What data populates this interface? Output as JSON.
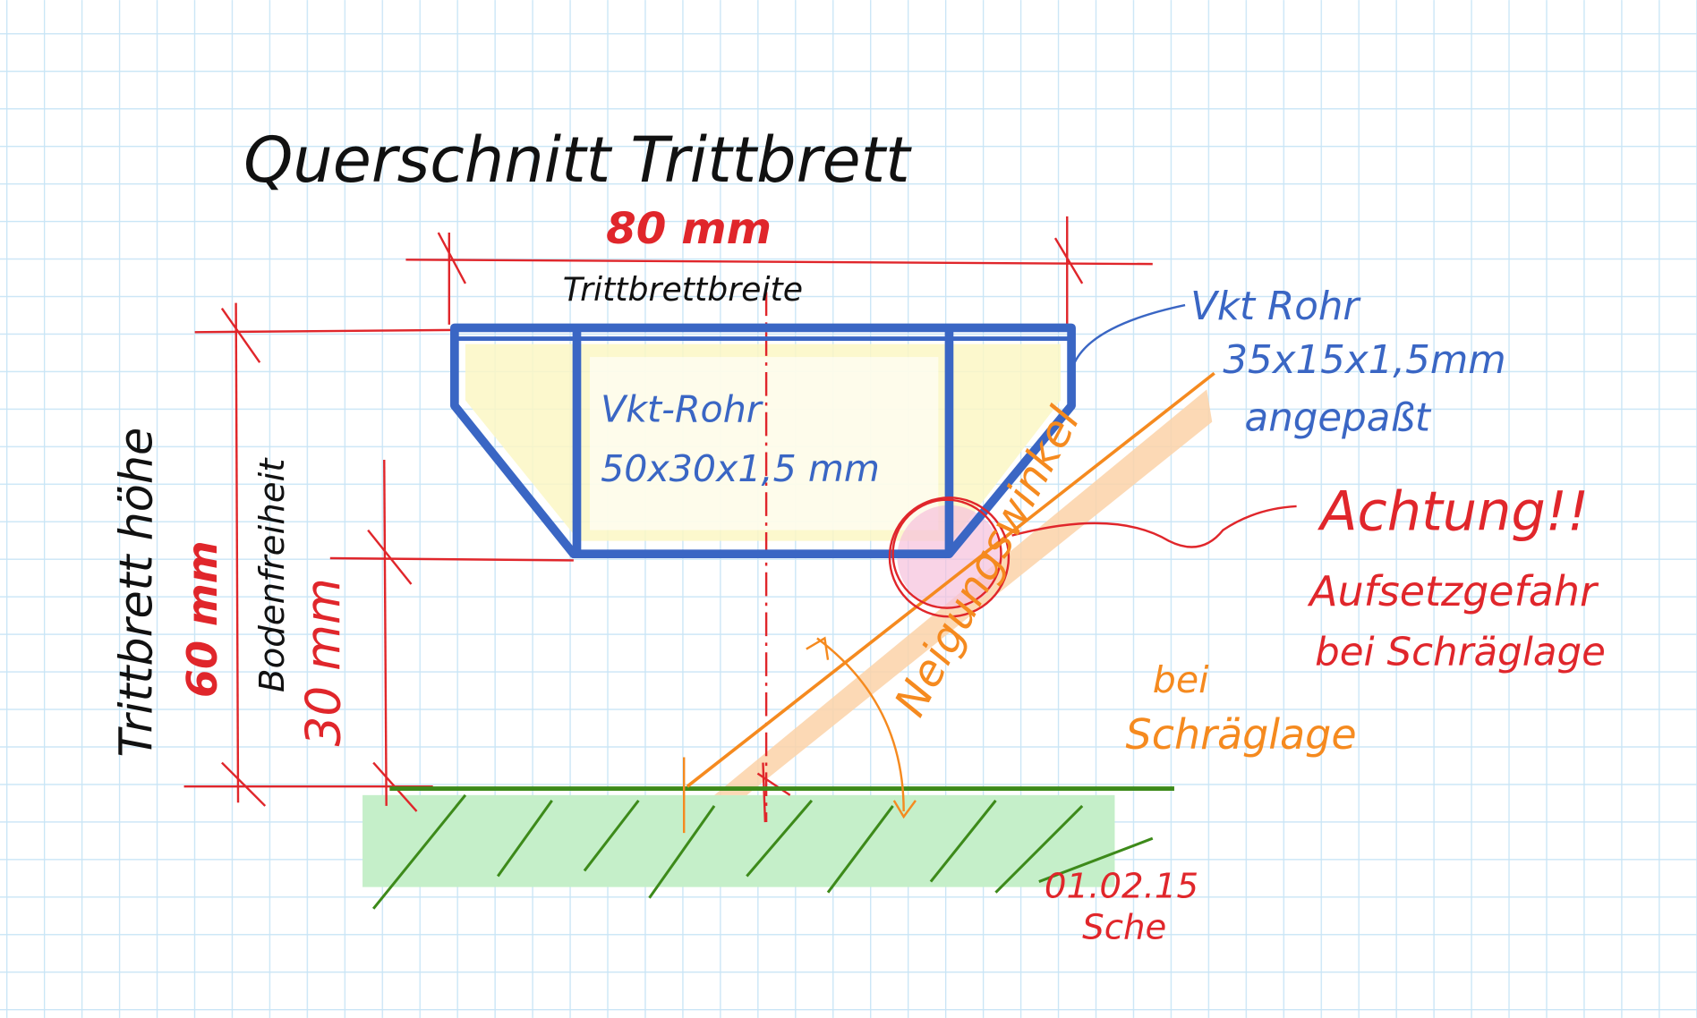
{
  "title": "Querschnitt Trittbrett",
  "width_dimension": {
    "value": "80 mm",
    "label": "Trittbrettbreite"
  },
  "side_tube": {
    "line1": "Vkt Rohr",
    "line2": "35x15x1,5mm",
    "line3": "angepaßt"
  },
  "center_tube": {
    "line1": "Vkt-Rohr",
    "line2": "50x30x1,5 mm"
  },
  "height_dimension": {
    "label": "Trittbrett höhe",
    "value": "60 mm"
  },
  "clearance_dimension": {
    "label": "Bodenfreiheit",
    "value": "30 mm"
  },
  "angle_note": {
    "line1": "Neigungswinkel",
    "line2": "bei",
    "line3": "Schräglage"
  },
  "warning": {
    "line1": "Achtung!!",
    "line2": "Aufsetzgefahr",
    "line3": "bei Schräglage"
  },
  "signature": {
    "date": "01.02.15",
    "initials": "Sche"
  },
  "colors": {
    "grid": "#c9e5f6",
    "tube": "#3a66c4",
    "dimension": "#e0262b",
    "ground": "#3d8a1a",
    "incline": "#f58a1f",
    "ink": "#111111"
  }
}
